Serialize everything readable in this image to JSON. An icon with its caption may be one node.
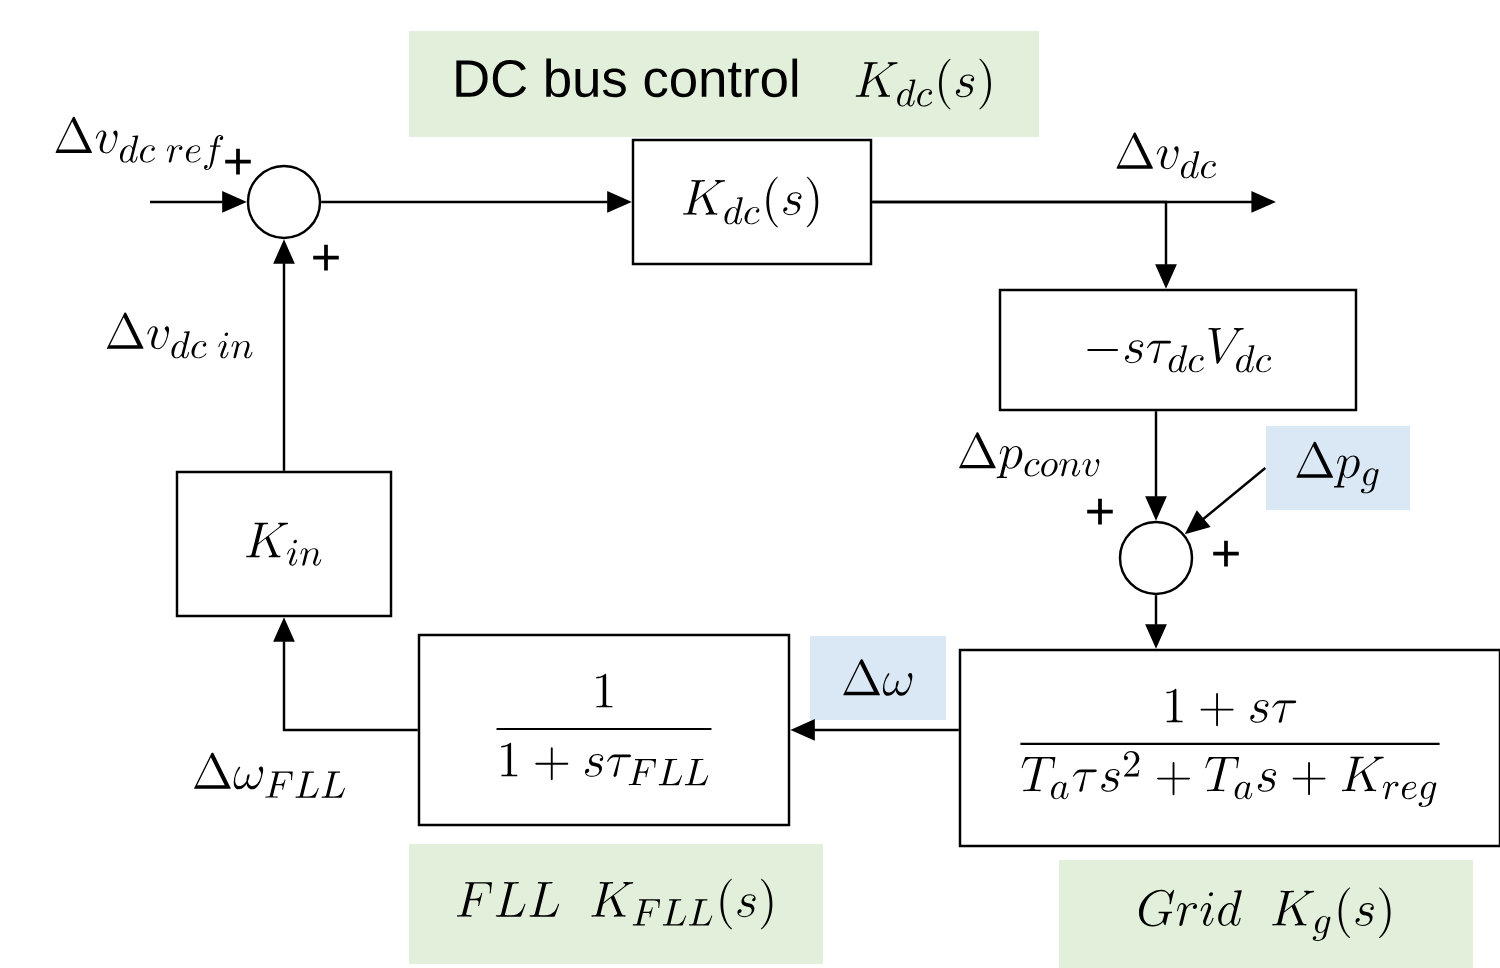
{
  "diagram": {
    "nodes": [
      {
        "text": [
          "DC bus control",
          "K_{dc}(s)"
        ]
      },
      {
        "text": [],
        "shape": "circle"
      },
      {
        "text": [
          "K_{dc}(s)"
        ]
      },
      {
        "text": [
          "-s\\tau_{dc}V_{dc}"
        ]
      },
      {
        "text": [
          "\\Delta p_g"
        ]
      },
      {
        "text": [],
        "shape": "circle"
      },
      {
        "text": [
          "K_{in}"
        ]
      },
      {
        "text": [
          "\\frac{1}{1+s\\tau_{FLL}}"
        ]
      },
      {
        "text": [
          "\\frac{1+s\\tau}{T_a\\tau s^2+T_a s+K_{reg}}"
        ]
      },
      {
        "text": [
          "FLL\\;\\;K_{FLL}(s)"
        ]
      },
      {
        "text": [
          "Grid\\;\\;K_g(s)"
        ]
      },
      {
        "text": [
          "\\Delta\\omega"
        ]
      }
    ],
    "edges": [
      {
        "from": null,
        "to": 1,
        "arrow": "to",
        "label": "\\Delta v_{dc\\;ref}"
      },
      {
        "from": 1,
        "to": 2,
        "arrow": "to"
      },
      {
        "from": 2,
        "to": null,
        "arrow": "to",
        "label": "\\Delta v_{dc}"
      },
      {
        "from": 2,
        "to": 3,
        "arrow": "to"
      },
      {
        "from": 3,
        "to": 5,
        "arrow": "to",
        "label": "\\Delta p_{conv}"
      },
      {
        "from": 4,
        "to": 5,
        "arrow": "to"
      },
      {
        "from": 5,
        "to": 8,
        "arrow": "to"
      },
      {
        "from": 8,
        "to": 7,
        "arrow": "to"
      },
      {
        "from": 7,
        "to": 6,
        "arrow": "to",
        "label": "\\Delta\\omega_{FLL}"
      },
      {
        "from": 6,
        "to": 1,
        "arrow": "to",
        "label": "\\Delta v_{dc\\;in}"
      }
    ],
    "labels": [
      "+",
      "+",
      "+",
      "+"
    ]
  }
}
